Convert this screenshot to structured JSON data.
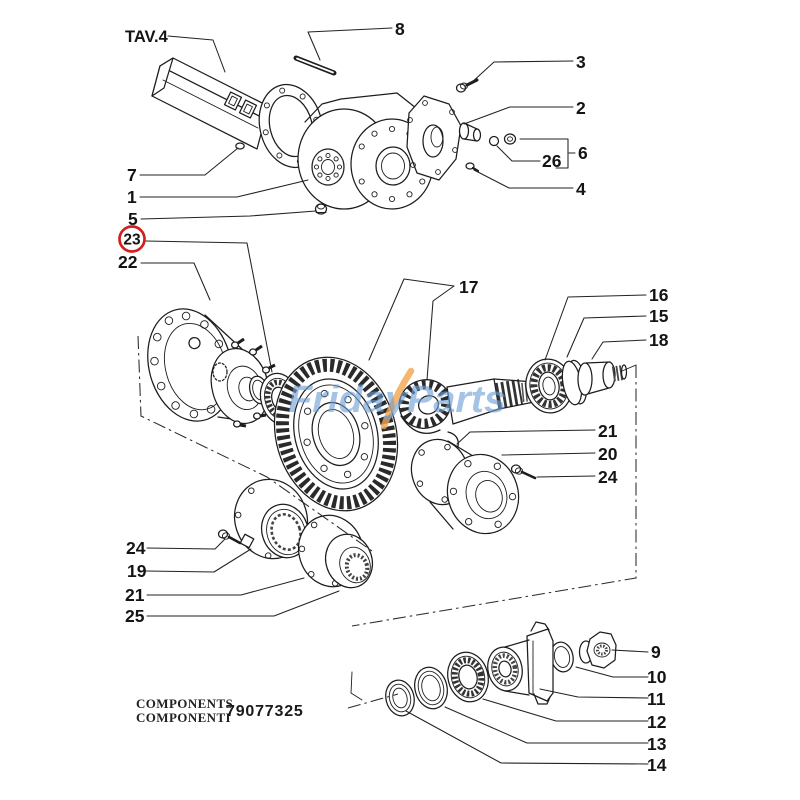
{
  "diagram": {
    "title": "TAV.4",
    "footer": {
      "line1": "COMPONENTS",
      "line2": "COMPONENTI",
      "part_number": "79077325"
    },
    "watermark": {
      "text": "FridayParts"
    },
    "highlighted_callout": "23",
    "colors": {
      "line": "#1d1d1d",
      "highlight_ring": "#d41f1f",
      "watermark_text": "#6e9fd6",
      "watermark_swoosh": "#f2a44c"
    }
  },
  "callouts": {
    "n1": "1",
    "n2": "2",
    "n3": "3",
    "n4": "4",
    "n5": "5",
    "n6": "6",
    "n7": "7",
    "n8": "8",
    "n9": "9",
    "n10": "10",
    "n11": "11",
    "n12": "12",
    "n13": "13",
    "n14": "14",
    "n15": "15",
    "n16": "16",
    "n17": "17",
    "n18": "18",
    "n19": "19",
    "n20": "20",
    "n21": "21",
    "n22": "22",
    "n23": "23",
    "n24": "24",
    "n25": "25",
    "n26": "26"
  }
}
